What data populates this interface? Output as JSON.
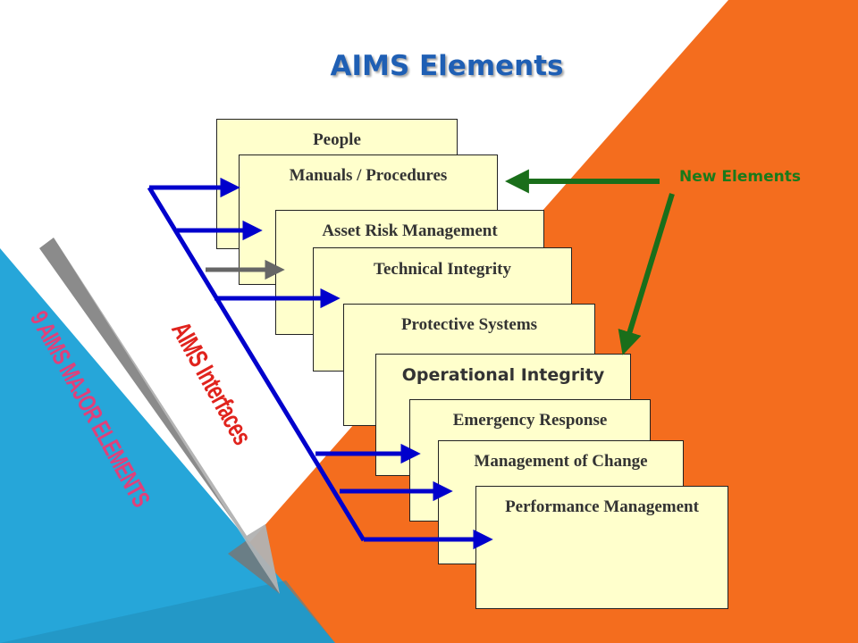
{
  "title": "AIMS Elements",
  "elements": [
    "People",
    "Manuals  / Procedures",
    "Asset Risk Management",
    "Technical Integrity",
    "Protective Systems",
    "Operational Integrity",
    "Emergency Response",
    "Management of Change",
    "Performance Management"
  ],
  "new_elements_label": "New Elements",
  "interfaces_label": "AIMS Interfaces",
  "major_elements_label": "9 AIMS MAJOR ELEMENTS",
  "colors": {
    "orange": "#f46d1e",
    "blue": "#26a6d9",
    "card_fill": "#ffffcc",
    "title": "#1f5fb4",
    "connector": "#0000cc",
    "new_arrow": "#1a6e1a",
    "interfaces_text": "#e0231d",
    "major_text": "#e0407a"
  }
}
